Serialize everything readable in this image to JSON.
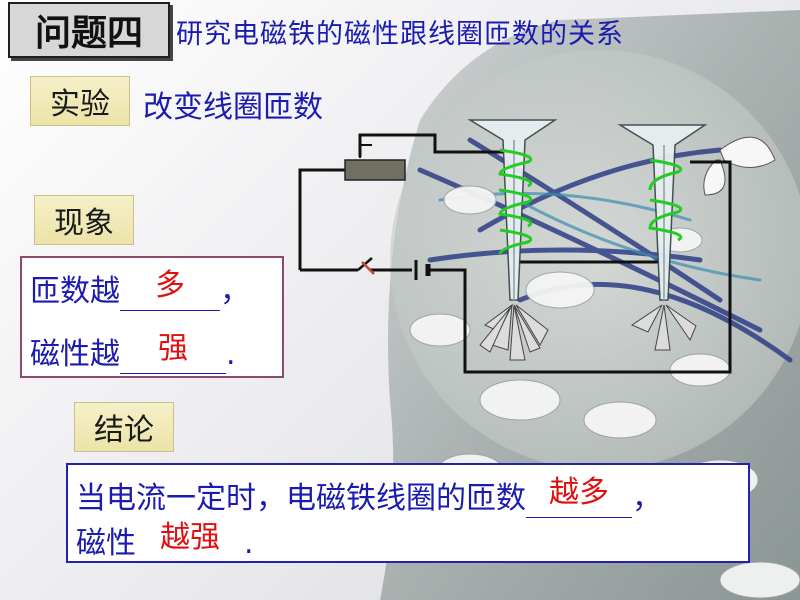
{
  "title": {
    "label": "问题四",
    "text": "研究电磁铁的磁性跟线圈匝数的关系"
  },
  "experiment": {
    "label": "实验",
    "text": "改变线圈匝数"
  },
  "phenomenon": {
    "label": "现象",
    "line1_prefix": "匝数越",
    "line1_fill": "多",
    "line1_suffix": "，",
    "line2_prefix": "磁性越",
    "line2_fill": "强",
    "line2_suffix": "."
  },
  "conclusion": {
    "label": "结论",
    "line1_prefix": "当电流一定时，电磁铁线圈的匝数",
    "line1_fill": "越多",
    "line1_suffix": "，",
    "line2_prefix": "磁性",
    "line2_fill": "越强",
    "line2_suffix": "."
  },
  "colors": {
    "text": "#1b1bb0",
    "answer": "#e01010",
    "coil": "#22cc22",
    "label_bg": "#efe6b0"
  }
}
